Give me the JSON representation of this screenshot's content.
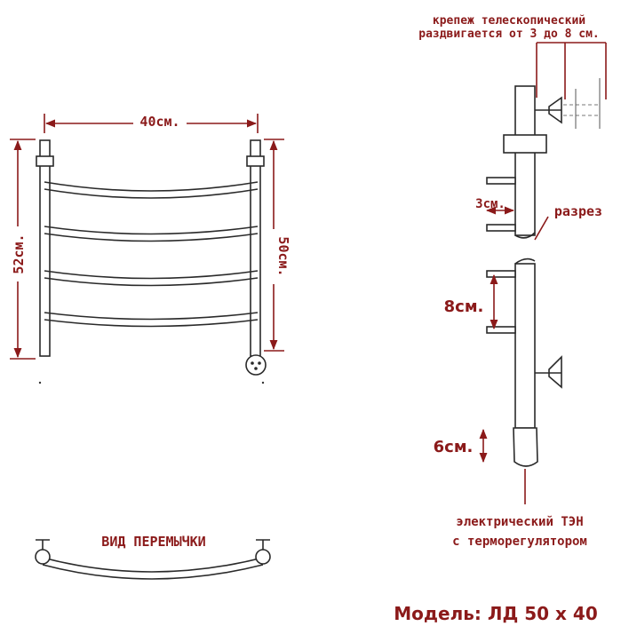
{
  "front_view": {
    "width_label": "40см.",
    "height_label": "52см.",
    "inner_height_label": "50см."
  },
  "side_view": {
    "mount_note_line1": "крепеж телескопический",
    "mount_note_line2": "раздвигается от 3 до 8 см.",
    "offset_label": "3см.",
    "cut_label": "разрез",
    "spacing_label": "8см.",
    "heater_offset_label": "6см.",
    "heater_line1": "электрический  ТЭН",
    "heater_line2": "с терморегулятором"
  },
  "jumper_view": {
    "caption": "ВИД ПЕРЕМЫЧКИ"
  },
  "model": {
    "label": "Модель: ЛД 50 х 40"
  },
  "colors": {
    "annotation": "#8b1a1a",
    "drawing": "#2a2a2a"
  }
}
